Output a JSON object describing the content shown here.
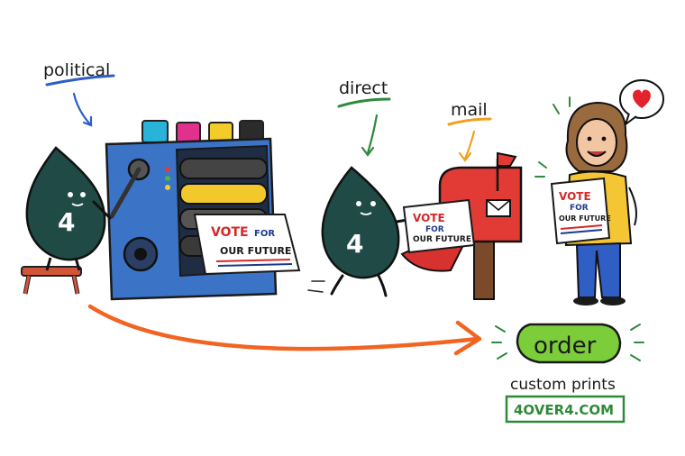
{
  "labels": {
    "political": "political",
    "direct": "direct",
    "mail": "mail",
    "order": "order",
    "custom_prints": "custom prints",
    "site": "4OVER4.COM"
  },
  "mascot": {
    "number": "4"
  },
  "flyer": {
    "line1": "VOTE",
    "line2": "FOR",
    "line3": "OUR FUTURE"
  },
  "colors": {
    "mascot": "#1f4a45",
    "press": "#3b74c6",
    "mailbox": "#e23b35",
    "arrow": "#f26422",
    "order_pill": "#7ccd3a",
    "site_border": "#2f8a3a",
    "shirt": "#f5c634",
    "heart": "#e3232b"
  }
}
